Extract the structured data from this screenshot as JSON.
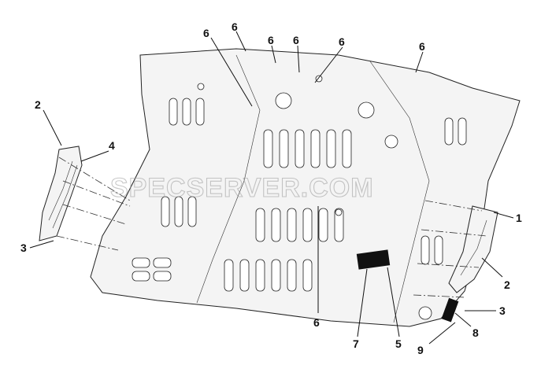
{
  "diagram": {
    "watermark": "SPECSERVER.COM",
    "callouts": [
      {
        "id": "c1",
        "label": "6"
      },
      {
        "id": "c2",
        "label": "6"
      },
      {
        "id": "c3",
        "label": "6"
      },
      {
        "id": "c4",
        "label": "6"
      },
      {
        "id": "c5",
        "label": "6"
      },
      {
        "id": "c6",
        "label": "6"
      },
      {
        "id": "c7",
        "label": "2"
      },
      {
        "id": "c8",
        "label": "4"
      },
      {
        "id": "c9",
        "label": "3"
      },
      {
        "id": "c10",
        "label": "1"
      },
      {
        "id": "c11",
        "label": "2"
      },
      {
        "id": "c12",
        "label": "3"
      },
      {
        "id": "c13",
        "label": "8"
      },
      {
        "id": "c14",
        "label": "9"
      },
      {
        "id": "c15",
        "label": "5"
      },
      {
        "id": "c16",
        "label": "7"
      },
      {
        "id": "c17",
        "label": "6"
      }
    ]
  }
}
